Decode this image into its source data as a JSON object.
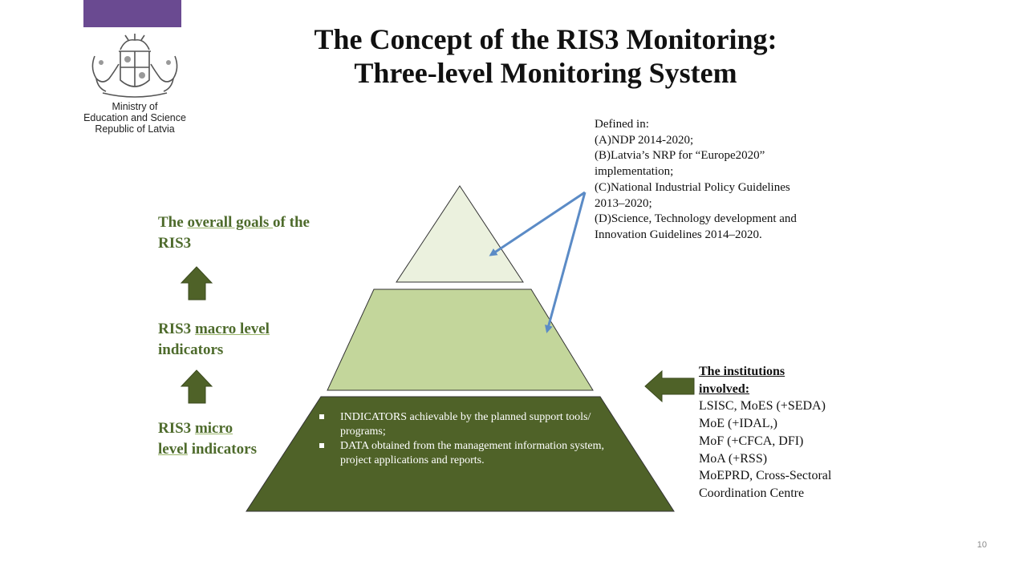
{
  "header": {
    "ministry_lines": [
      "Ministry of",
      "Education and Science",
      "Republic of Latvia"
    ],
    "title_lines": [
      "The Concept of the RIS3 Monitoring:",
      "Three-level Monitoring System"
    ]
  },
  "levels": {
    "goals": {
      "prefix": "The ",
      "underlined": "overall goals ",
      "suffix": "of the RIS3"
    },
    "macro": {
      "prefix": "RIS3 ",
      "underlined": "macro level",
      "suffix": " indicators"
    },
    "micro": {
      "prefix": "RIS3 ",
      "underlined": "micro level",
      "suffix": " indicators"
    }
  },
  "pyramid": {
    "bottom_bullets": [
      "INDICATORS achievable by the planned support tools/ programs;",
      "DATA obtained from the management information system, project applications and reports."
    ]
  },
  "defined_in": {
    "lines": [
      "Defined in:",
      "(A)NDP 2014-2020;",
      "(B)Latvia’s NRP for “Europe2020”",
      "implementation;",
      "(C)National Industrial Policy Guidelines",
      "2013–2020;",
      "(D)Science, Technology development and",
      "Innovation Guidelines 2014–2020."
    ]
  },
  "institutions": {
    "heading_lines": [
      "The institutions",
      "involved:"
    ],
    "lines": [
      "LSISC, MoES (+SEDA)",
      "MoE (+IDAL,)",
      "MoF (+CFCA, DFI)",
      "MoA (+RSS)",
      "MoEPRD, Cross-Sectoral",
      "Coordination Centre"
    ]
  },
  "page_number": "10",
  "colors": {
    "purple_bar": "#6a4a91",
    "pyramid_top": "#ebf1de",
    "pyramid_middle": "#c3d69b",
    "pyramid_bottom": "#4f6228",
    "arrow_green": "#4f6228",
    "callout_arrow": "#5b8bc6",
    "level_text": "#4e6b2c"
  },
  "icons": [
    "coat-of-arms-logo",
    "up-arrow-icon",
    "left-arrow-icon"
  ]
}
